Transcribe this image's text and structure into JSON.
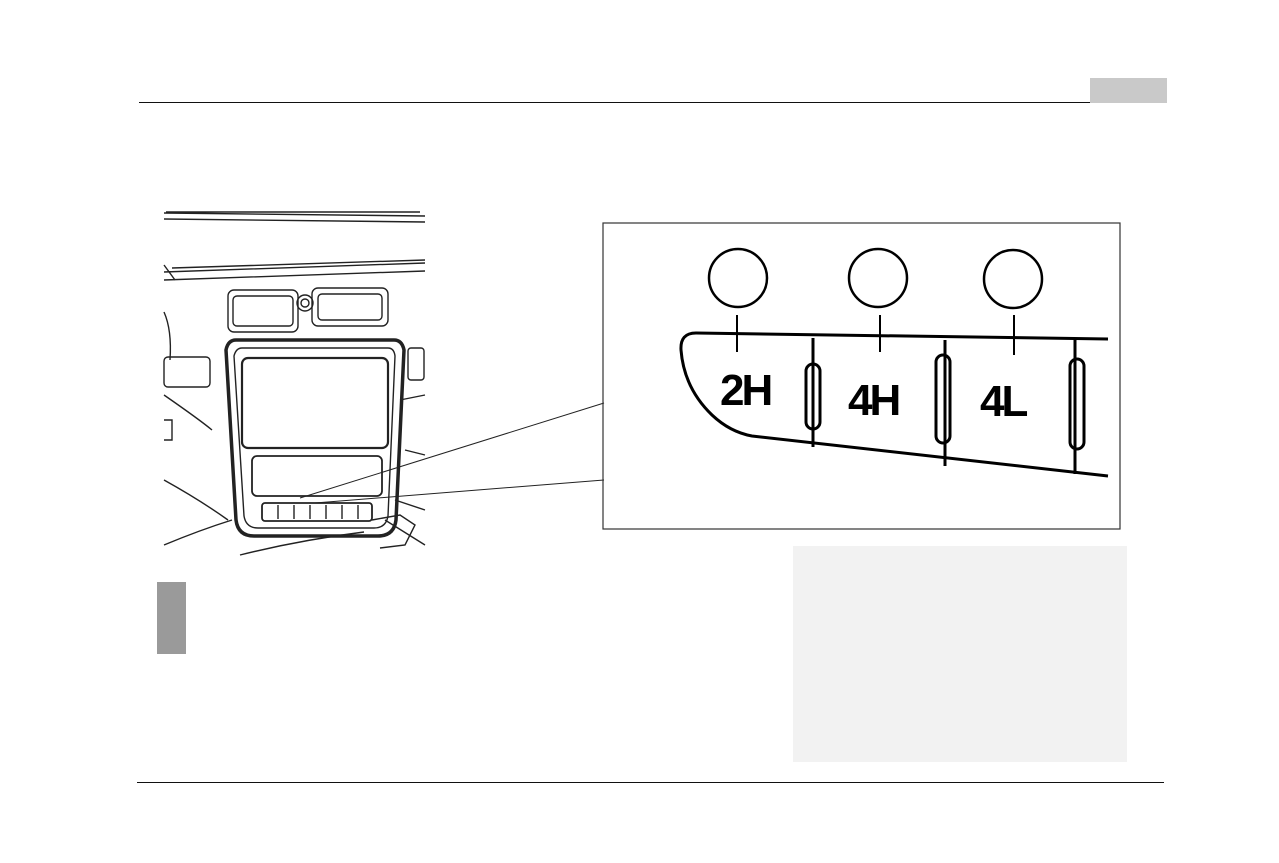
{
  "header": {
    "section_tab": ""
  },
  "switch_panel": {
    "modes": [
      {
        "label": "2H",
        "callout": ""
      },
      {
        "label": "4H",
        "callout": ""
      },
      {
        "label": "4L",
        "callout": ""
      }
    ]
  },
  "legend": {
    "items": [
      "",
      "",
      ""
    ]
  },
  "note": {
    "text": ""
  },
  "colors": {
    "tab": "#c9c9c9",
    "legend": "#9a9a9a",
    "note_bg": "#f2f2f2",
    "line": "#000000"
  }
}
